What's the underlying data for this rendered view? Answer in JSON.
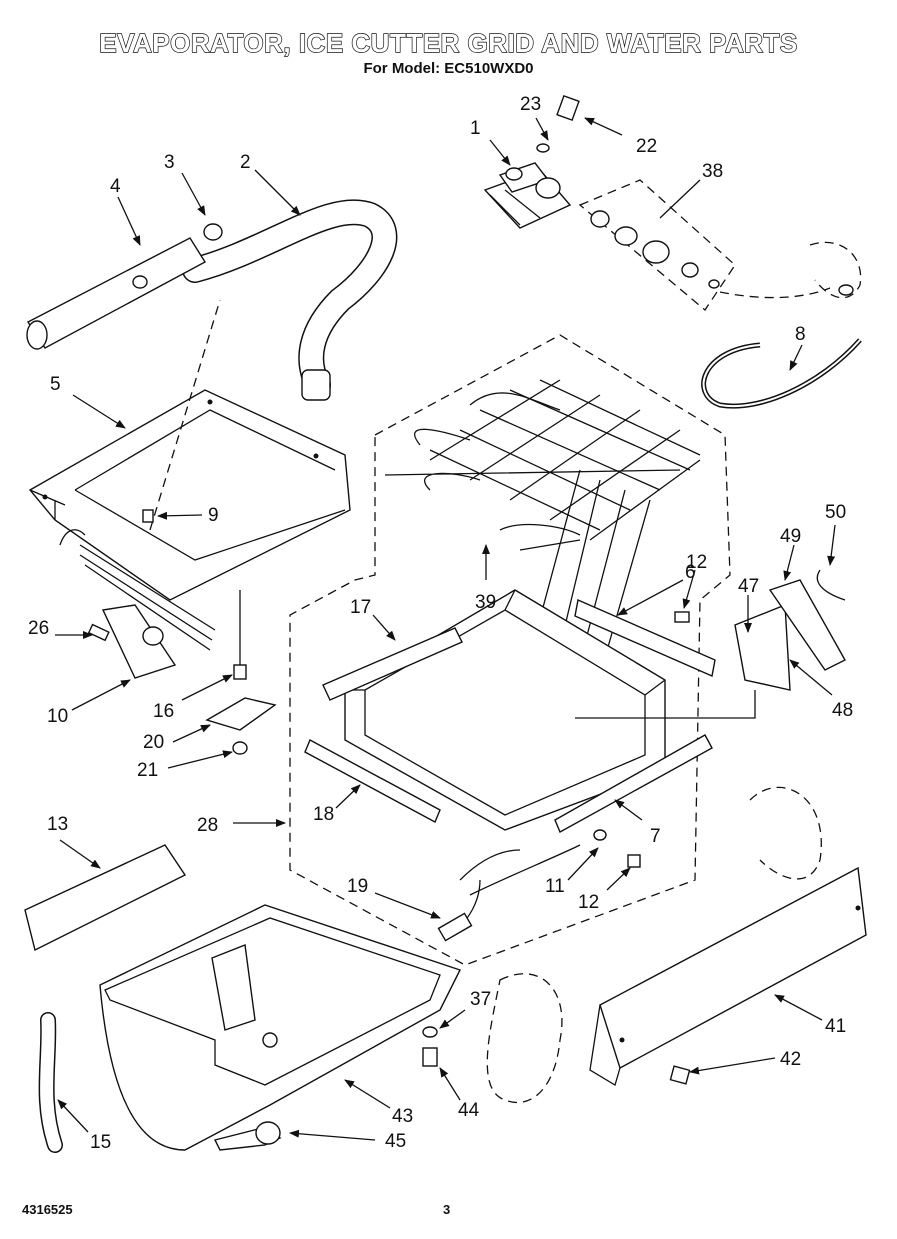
{
  "header": {
    "title": "EVAPORATOR, ICE CUTTER GRID AND WATER PARTS",
    "subtitle": "For Model: EC510WXD0"
  },
  "footer": {
    "doc_number": "4316525",
    "page": "3"
  },
  "callouts": {
    "c1": "1",
    "c2": "2",
    "c3": "3",
    "c4": "4",
    "c5": "5",
    "c6": "6",
    "c7": "7",
    "c8": "8",
    "c9": "9",
    "c10": "10",
    "c11": "11",
    "c12a": "12",
    "c12b": "12",
    "c13": "13",
    "c15": "15",
    "c16": "16",
    "c17": "17",
    "c18": "18",
    "c19": "19",
    "c20": "20",
    "c21": "21",
    "c22": "22",
    "c23": "23",
    "c26": "26",
    "c28": "28",
    "c37": "37",
    "c38": "38",
    "c39": "39",
    "c41": "41",
    "c42": "42",
    "c43": "43",
    "c44": "44",
    "c45": "45",
    "c47": "47",
    "c48": "48",
    "c49": "49",
    "c50": "50"
  }
}
